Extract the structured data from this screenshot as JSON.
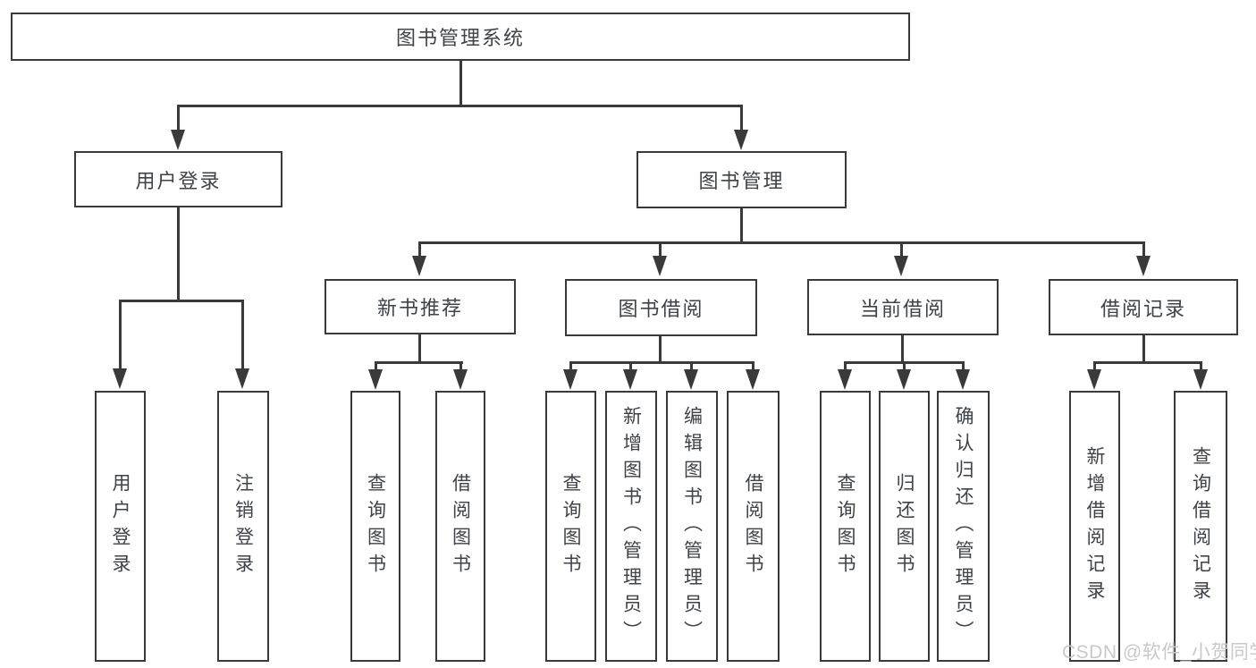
{
  "diagram": {
    "title": "图书管理系统",
    "watermark": "CSDN @软件_小贺同学",
    "colors": {
      "line": "#3a3a3a",
      "border": "#3a3a3a",
      "text": "#3f4246",
      "background": "#ffffff",
      "watermark": "#c9c9c9"
    },
    "nodes": {
      "root": {
        "label": "图书管理系统"
      },
      "user_login": {
        "label": "用户登录"
      },
      "book_mgmt": {
        "label": "图书管理"
      },
      "new_book_rec": {
        "label": "新书推荐"
      },
      "book_borrow": {
        "label": "图书借阅"
      },
      "current_borrow": {
        "label": "当前借阅"
      },
      "borrow_record": {
        "label": "借阅记录"
      },
      "v_user_login": {
        "label": "用户登录"
      },
      "v_logout": {
        "label": "注销登录"
      },
      "v_query_book_1": {
        "label": "查询图书"
      },
      "v_borrow_book_1": {
        "label": "借阅图书"
      },
      "v_query_book_2": {
        "label": "查询图书"
      },
      "v_add_book": {
        "label": "新增图书（管理员）"
      },
      "v_edit_book": {
        "label": "编辑图书（管理员）"
      },
      "v_borrow_book_2": {
        "label": "借阅图书"
      },
      "v_query_book_3": {
        "label": "查询图书"
      },
      "v_return_book": {
        "label": "归还图书"
      },
      "v_confirm_return": {
        "label": "确认归还（管理员）"
      },
      "v_add_record": {
        "label": "新增借阅记录"
      },
      "v_query_record": {
        "label": "查询借阅记录"
      }
    },
    "edges": [
      {
        "from": "root",
        "to": [
          "user_login",
          "book_mgmt"
        ]
      },
      {
        "from": "user_login",
        "to": [
          "v_user_login",
          "v_logout"
        ]
      },
      {
        "from": "book_mgmt",
        "to": [
          "new_book_rec",
          "book_borrow",
          "current_borrow",
          "borrow_record"
        ]
      },
      {
        "from": "new_book_rec",
        "to": [
          "v_query_book_1",
          "v_borrow_book_1"
        ]
      },
      {
        "from": "book_borrow",
        "to": [
          "v_query_book_2",
          "v_add_book",
          "v_edit_book",
          "v_borrow_book_2"
        ]
      },
      {
        "from": "current_borrow",
        "to": [
          "v_query_book_3",
          "v_return_book",
          "v_confirm_return"
        ]
      },
      {
        "from": "borrow_record",
        "to": [
          "v_add_record",
          "v_query_record"
        ]
      }
    ]
  }
}
